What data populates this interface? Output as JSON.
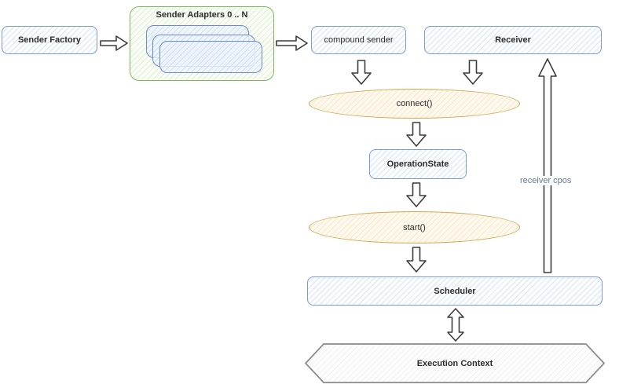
{
  "nodes": {
    "sender_factory": {
      "label": "Sender Factory"
    },
    "sender_adapters": {
      "label": "Sender Adapters 0 .. N",
      "card_count": 3
    },
    "compound_sender": {
      "label": "compound sender"
    },
    "receiver": {
      "label": "Receiver"
    },
    "connect_op": {
      "label": "connect()"
    },
    "operation_state": {
      "label": "OperationState"
    },
    "start_op": {
      "label": "start()"
    },
    "scheduler": {
      "label": "Scheduler"
    },
    "execution_context": {
      "label": "Execution Context"
    }
  },
  "edges": {
    "receiver_cpos": {
      "label": "receiver cpos"
    }
  },
  "colors": {
    "blue_border": "#7b9bd2",
    "green_border": "#7db95c",
    "gold_border": "#d2a750",
    "gray_border": "#8a8a8a",
    "arrow_stroke": "#3c3c3c",
    "text": "#2d2d2d",
    "edge_label": "#677b8f"
  }
}
